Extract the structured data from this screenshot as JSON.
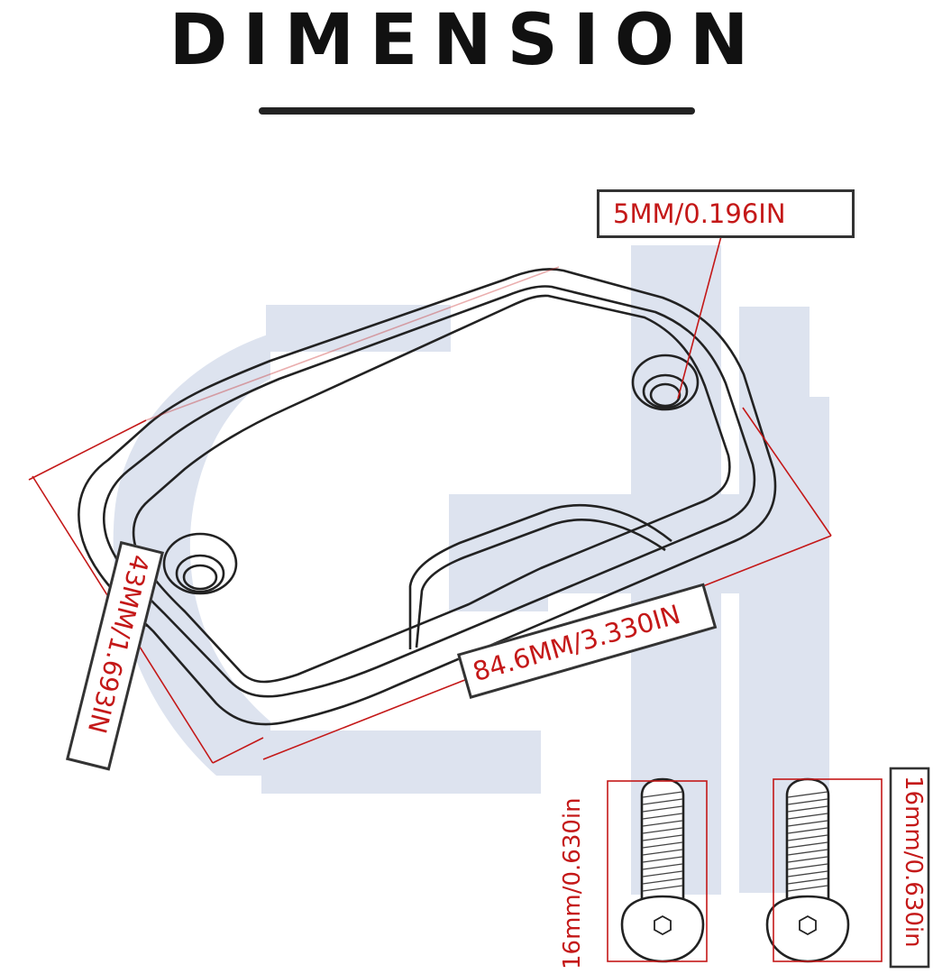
{
  "header": {
    "title": "DIMENSION"
  },
  "dimensions": {
    "hole_diameter": "5MM/0.196IN",
    "length": "84.6MM/3.330IN",
    "width": "43MM/1.693IN",
    "screw_left_length": "16mm/0.630in",
    "screw_right_length": "16mm/0.630in"
  },
  "colors": {
    "dimension_text": "#c41818",
    "dimension_line": "#c41818",
    "outline": "#222222",
    "watermark": "#d9e0ee"
  },
  "icons": {
    "part": "reservoir-cap-drawing",
    "screws": "button-head-hex-screw",
    "watermark": "brand-logo-watermark"
  }
}
